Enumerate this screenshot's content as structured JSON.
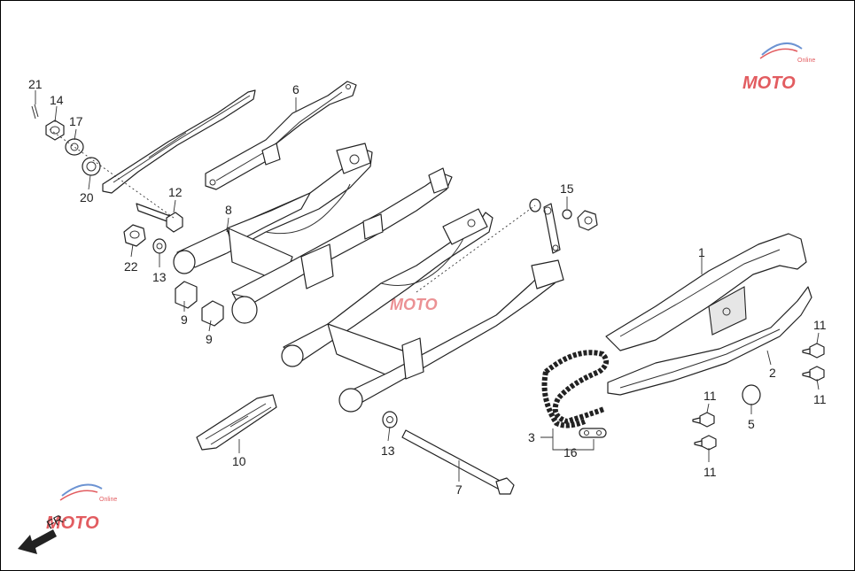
{
  "diagram": {
    "direction_label": "FR.",
    "watermark_text": "MOTO",
    "watermark_sub": "Online",
    "callouts": [
      {
        "id": "c1",
        "text": "1"
      },
      {
        "id": "c2",
        "text": "2"
      },
      {
        "id": "c3",
        "text": "3"
      },
      {
        "id": "c5",
        "text": "5"
      },
      {
        "id": "c6",
        "text": "6"
      },
      {
        "id": "c7",
        "text": "7"
      },
      {
        "id": "c8",
        "text": "8"
      },
      {
        "id": "c9a",
        "text": "9"
      },
      {
        "id": "c9b",
        "text": "9"
      },
      {
        "id": "c10",
        "text": "10"
      },
      {
        "id": "c11a",
        "text": "11"
      },
      {
        "id": "c11b",
        "text": "11"
      },
      {
        "id": "c11c",
        "text": "11"
      },
      {
        "id": "c11d",
        "text": "11"
      },
      {
        "id": "c12",
        "text": "12"
      },
      {
        "id": "c13a",
        "text": "13"
      },
      {
        "id": "c13b",
        "text": "13"
      },
      {
        "id": "c14",
        "text": "14"
      },
      {
        "id": "c15",
        "text": "15"
      },
      {
        "id": "c16",
        "text": "16"
      },
      {
        "id": "c17",
        "text": "17"
      },
      {
        "id": "c20",
        "text": "20"
      },
      {
        "id": "c21",
        "text": "21"
      },
      {
        "id": "c22",
        "text": "22"
      }
    ],
    "colors": {
      "line": "#222222",
      "watermark_red": "#d9262b",
      "watermark_blue": "#3b6fc4"
    }
  }
}
